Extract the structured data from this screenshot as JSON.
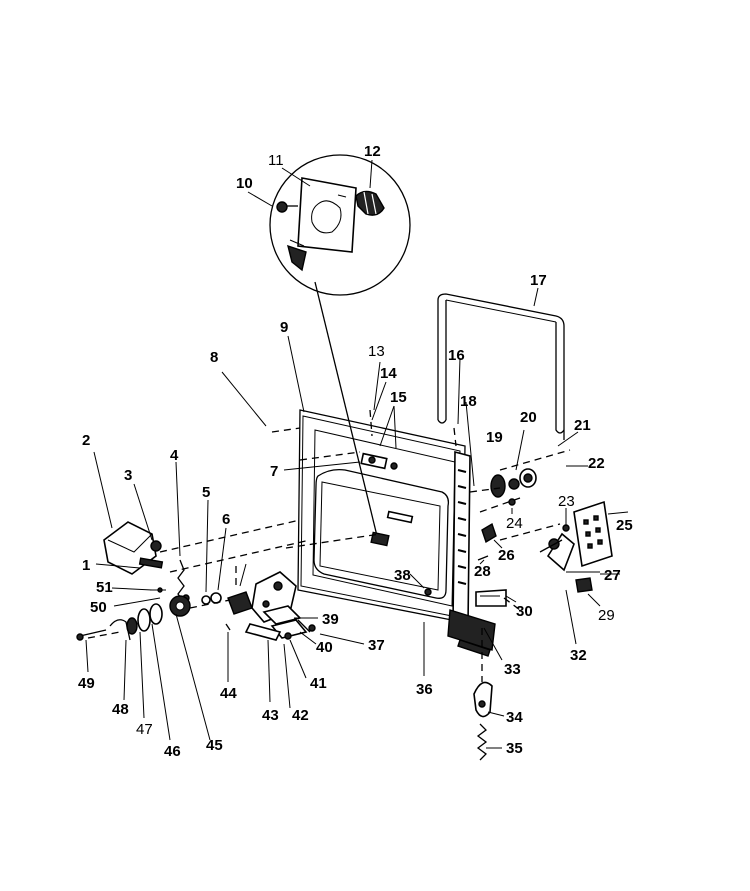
{
  "diagram": {
    "callouts": [
      "1",
      "2",
      "3",
      "4",
      "5",
      "6",
      "7",
      "8",
      "9",
      "10",
      "11",
      "12",
      "13",
      "14",
      "15",
      "16",
      "17",
      "18",
      "19",
      "20",
      "21",
      "22",
      "23",
      "24",
      "25",
      "26",
      "27",
      "28",
      "29",
      "30",
      "32",
      "33",
      "34",
      "35",
      "36",
      "37",
      "38",
      "39",
      "40",
      "41",
      "42",
      "43",
      "44",
      "45",
      "46",
      "47",
      "48",
      "49",
      "50",
      "51"
    ]
  }
}
